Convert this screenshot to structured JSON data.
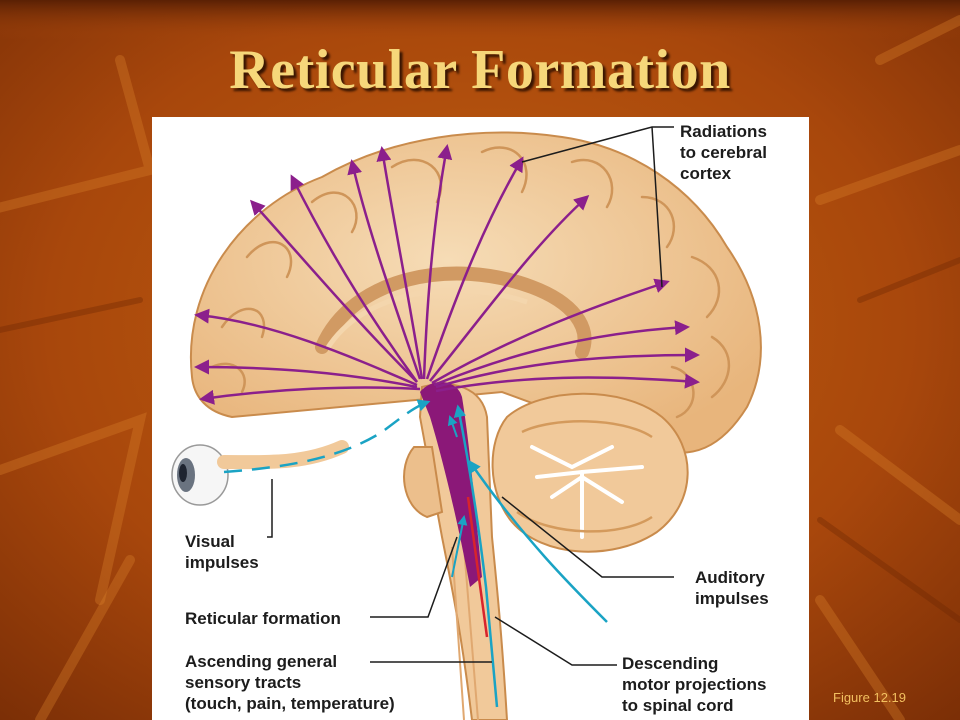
{
  "slide": {
    "title": "Reticular Formation",
    "figure_number": "Figure 12.19",
    "colors": {
      "background": "#a8470c",
      "title": "#f6d77a",
      "radiation_arrows": "#8b1f8c",
      "sensory_paths": "#1aa3c4",
      "reticular_formation": "#8b1878",
      "motor_path": "#d8242c",
      "brain_tissue": "#f1c99a"
    }
  },
  "diagram": {
    "labels": {
      "radiations": [
        "Radiations",
        "to cerebral",
        "cortex"
      ],
      "visual": [
        "Visual",
        "impulses"
      ],
      "auditory": [
        "Auditory",
        "impulses"
      ],
      "reticular": [
        "Reticular formation"
      ],
      "ascending": [
        "Ascending general",
        "sensory tracts",
        "(touch, pain, temperature)"
      ],
      "descending": [
        "Descending",
        "motor projections",
        "to spinal cord"
      ]
    }
  }
}
